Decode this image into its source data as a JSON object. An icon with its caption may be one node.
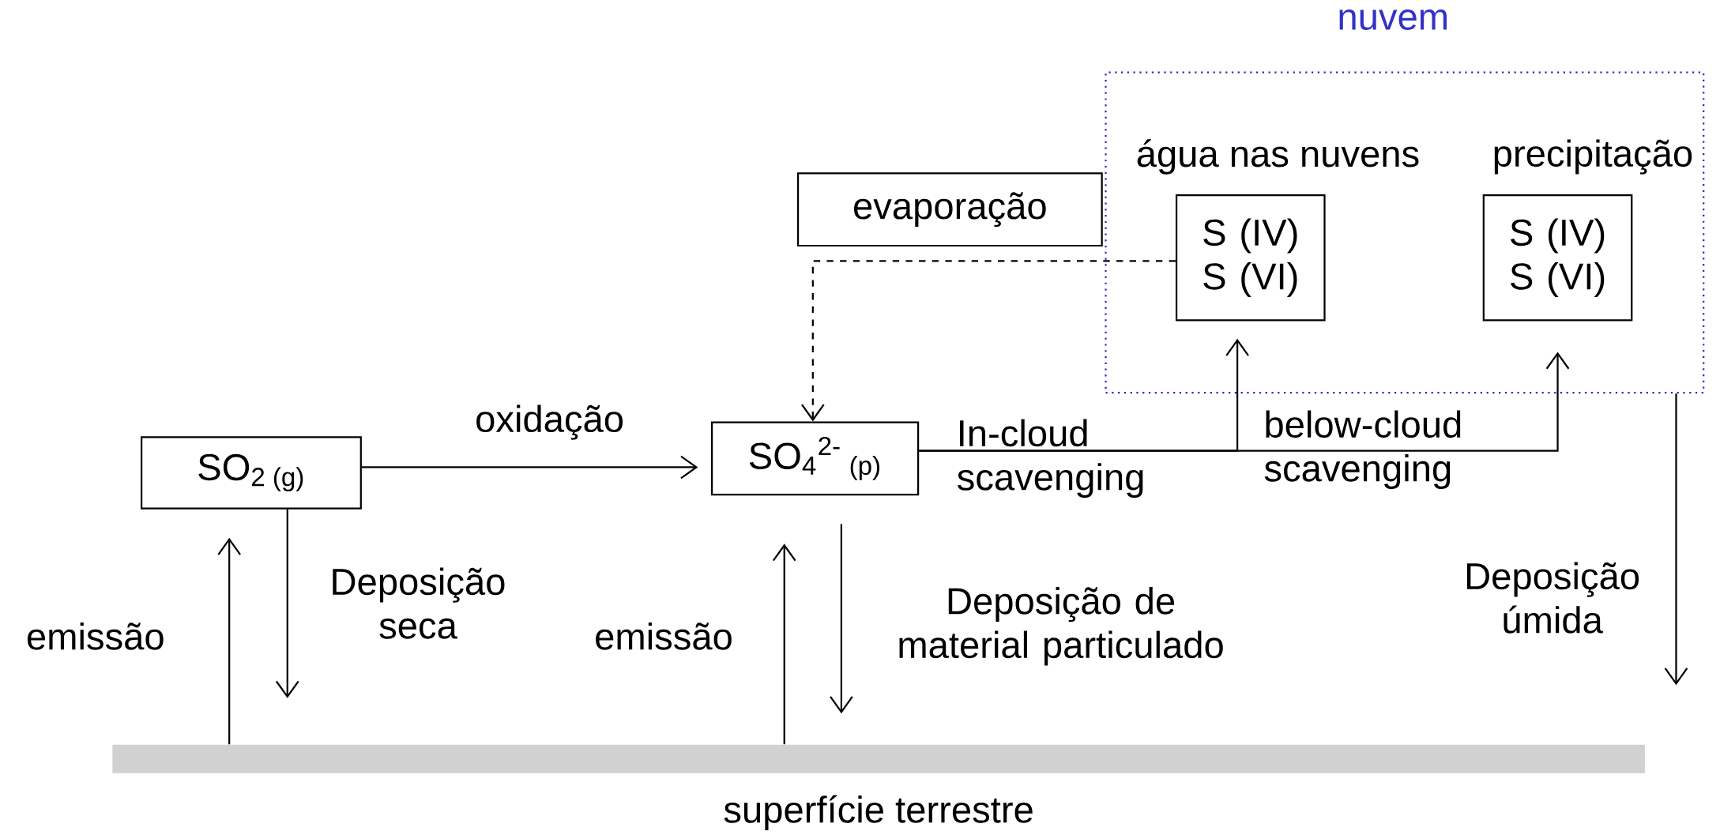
{
  "diagram": {
    "nodes": [
      {
        "text": [
          "SO$_{2 (g)}$"
        ]
      },
      {
        "text": [
          "SO$_{4}$$^{2-}$$_{ (p)}$"
        ]
      },
      {
        "text": [
          "evaporação"
        ]
      },
      {
        "text": [
          "nuvem"
        ]
      },
      {
        "text": [
          "S (IV) S (VI)"
        ],
        "in": 3,
        "beside": [
          "água nas nuvens"
        ]
      },
      {
        "text": [
          "S (IV) S (VI)"
        ],
        "in": 3,
        "beside": [
          "precipitação"
        ]
      },
      {
        "text": [
          "superfície terrestre"
        ]
      }
    ],
    "edges": [
      {
        "from": 0,
        "to": 1,
        "arrow": "to",
        "label": "oxidação"
      },
      {
        "from": 4,
        "to": 1,
        "arrow": "to",
        "style": "dashed"
      },
      {
        "from": 1,
        "to": 4,
        "arrow": "to",
        "label": "In-cloud scavenging"
      },
      {
        "from": 1,
        "to": 5,
        "arrow": "to",
        "label": "below-cloud scavenging"
      },
      {
        "from": 6,
        "to": 0,
        "arrow": "to",
        "label": "emissão"
      },
      {
        "from": 0,
        "to": 6,
        "arrow": "to",
        "label": "Deposição seca"
      },
      {
        "from": 6,
        "to": 1,
        "arrow": "to",
        "label": "emissão"
      },
      {
        "from": 1,
        "to": 6,
        "arrow": "to",
        "label": "Deposição de material particulado"
      },
      {
        "from": 3,
        "to": 6,
        "arrow": "to",
        "label": "Deposição úmida"
      }
    ]
  }
}
